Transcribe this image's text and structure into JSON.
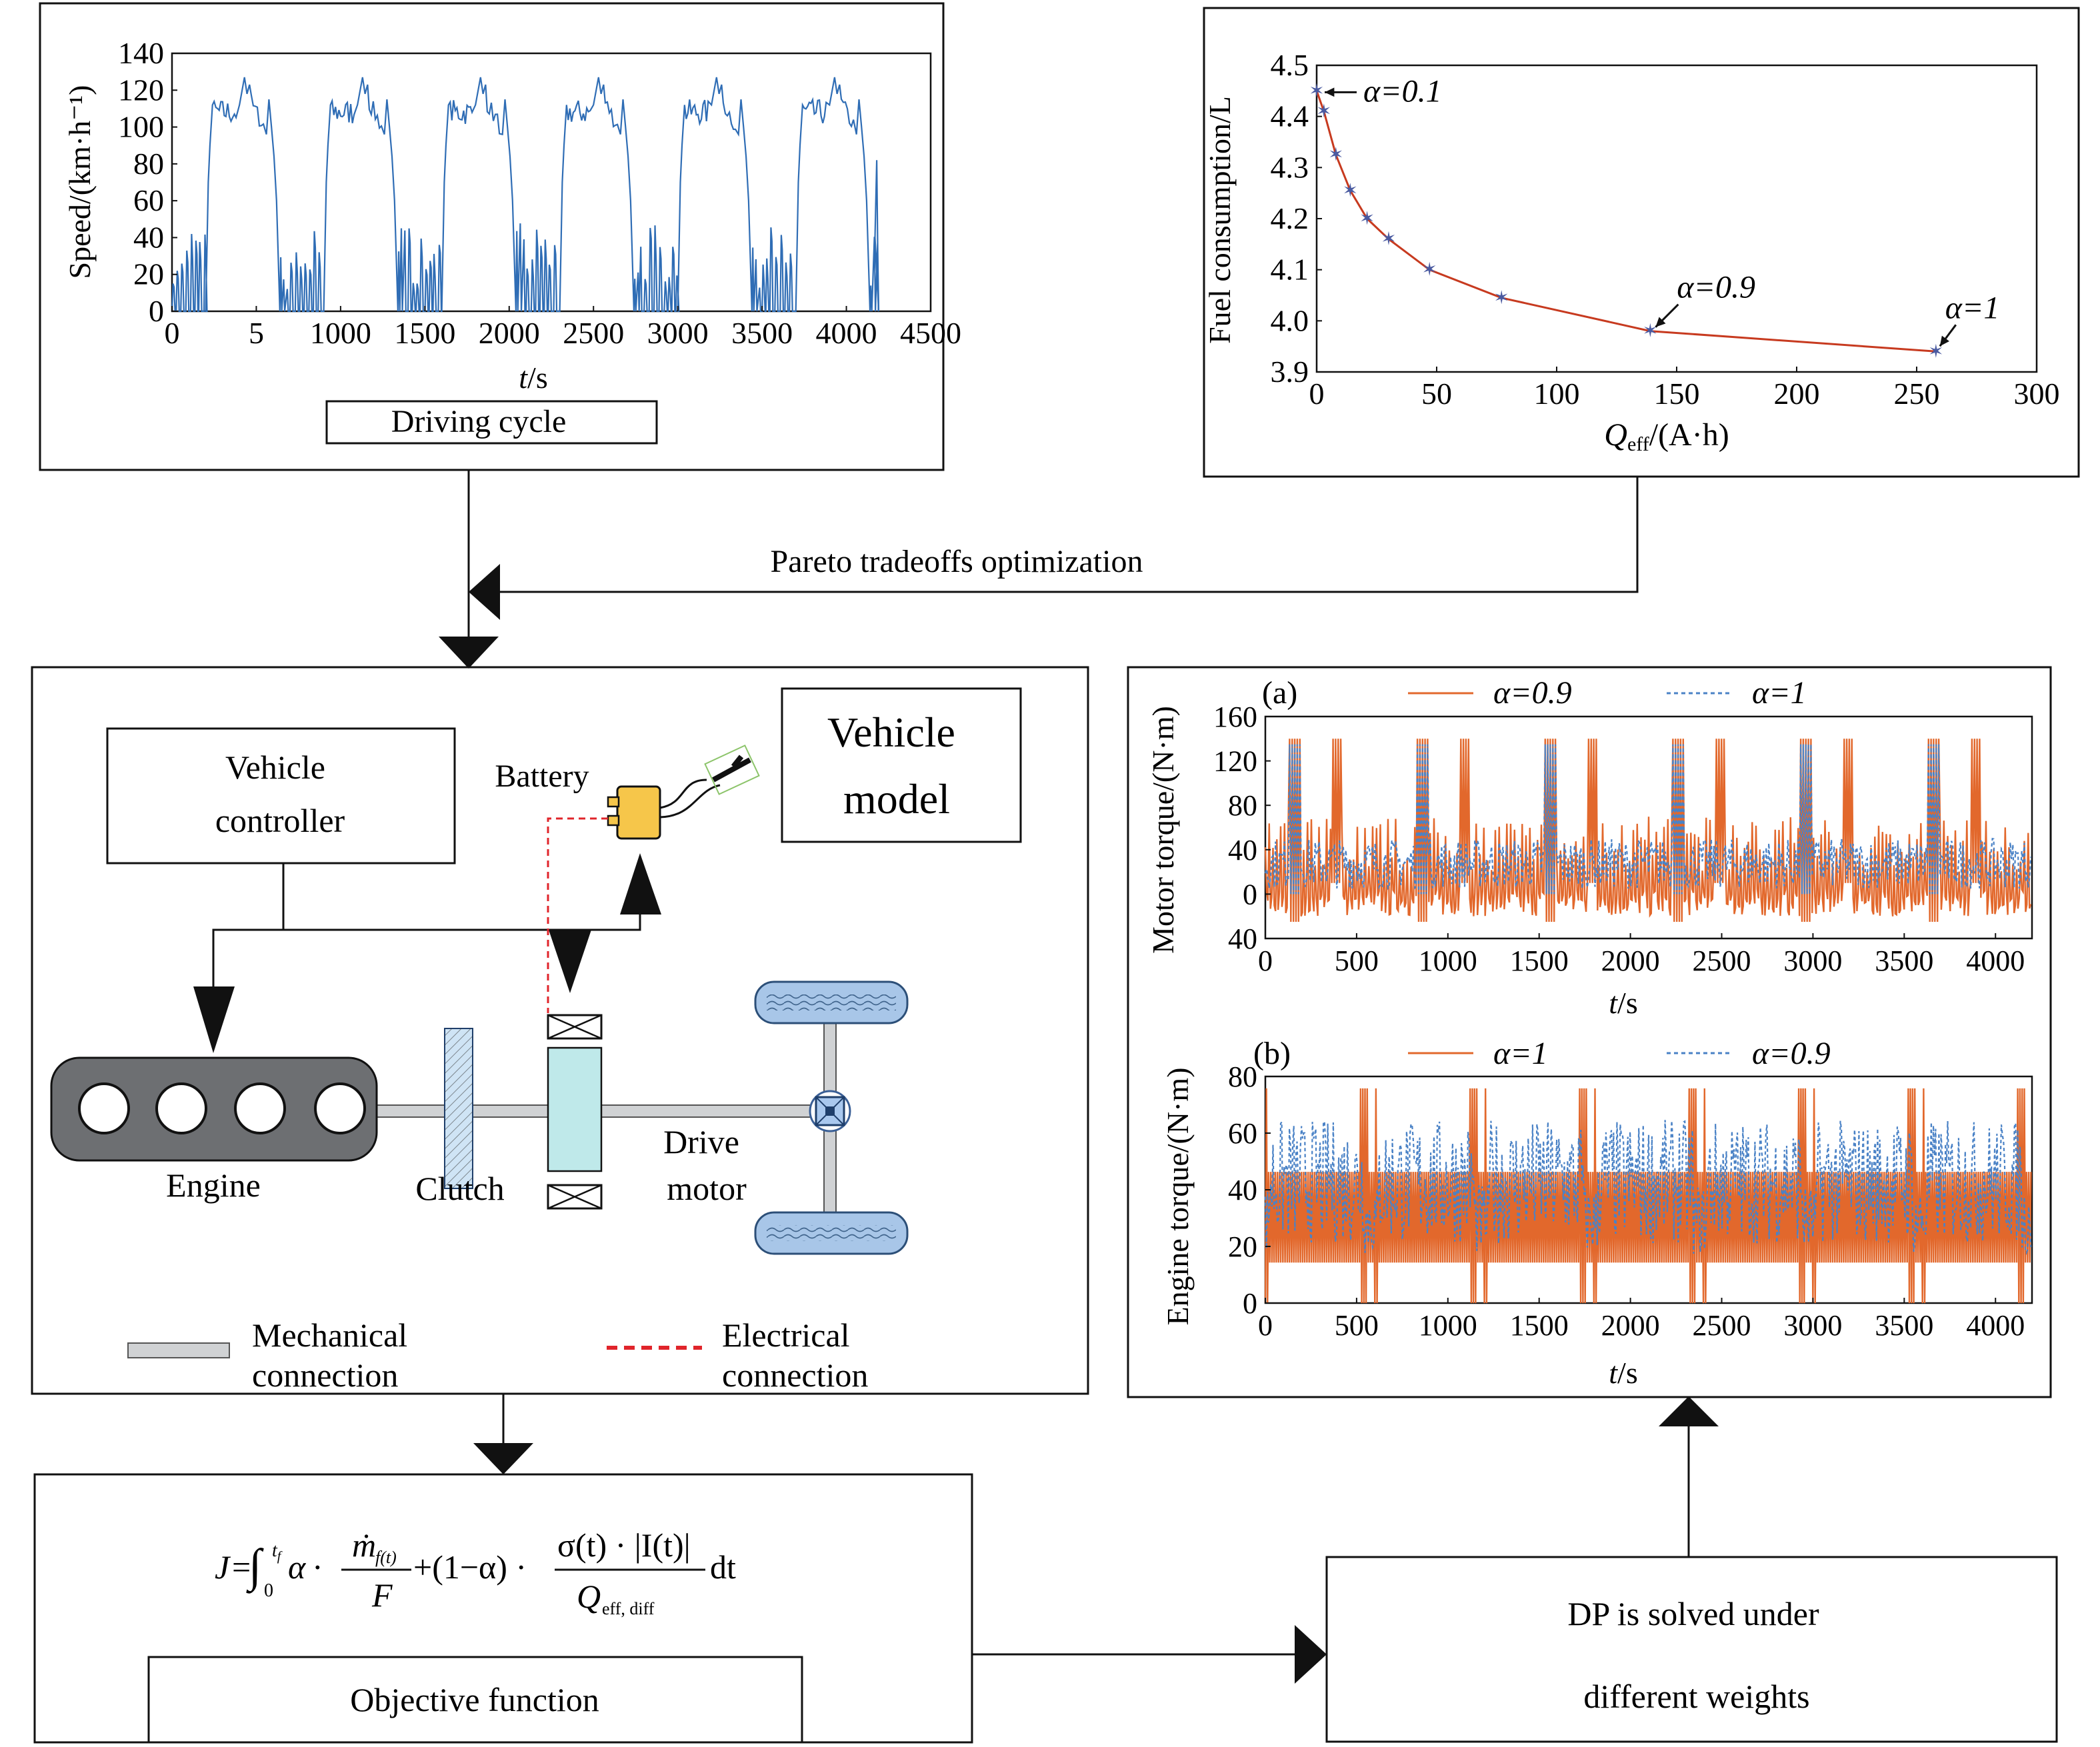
{
  "colors": {
    "line_blue": "#2f6db5",
    "orange": "#e2682c",
    "pareto_red": "#c73a1f",
    "dashed_blue": "#4a82c6",
    "battery_yellow": "#f6c64a",
    "motor_cyan": "#bfe9ea",
    "engine_gray": "#6d6f72",
    "wheel_blue": "#a8c6e8",
    "elec_red": "#e0252b"
  },
  "labels": {
    "driving_cycle": "Driving cycle",
    "pareto_flow": "Pareto tradeoffs optimization",
    "vehicle_controller_1": "Vehicle",
    "vehicle_controller_2": "controller",
    "battery": "Battery",
    "vehicle_model_1": "Vehicle",
    "vehicle_model_2": "model",
    "engine": "Engine",
    "clutch": "Clutch",
    "drive_motor_1": "Drive",
    "drive_motor_2": "motor",
    "legend_mech_1": "Mechanical",
    "legend_mech_2": "connection",
    "legend_elec_1": "Electrical",
    "legend_elec_2": "connection",
    "objective_function": "Objective function",
    "dp_1": "DP is solved under",
    "dp_2": "different weights",
    "formula_J": "J",
    "formula_tf": "t",
    "formula_tf_sub": "f",
    "formula_zero": "0",
    "formula_alpha": "α",
    "formula_m_sub": "f(t)",
    "formula_F": "F",
    "formula_mid": "+(1−α) ·",
    "formula_sigma": "σ(t) · |I(t)|",
    "formula_Q": "Q",
    "formula_Q_sub": "eff, diff",
    "formula_dt": "dt"
  },
  "chart_data": [
    {
      "id": "driving-cycle",
      "type": "line",
      "ylabel": "Speed/(km·h⁻¹)",
      "xlabel_italic": "t",
      "xlabel_rest": "/s",
      "xticks": [
        "0",
        "5",
        "1000",
        "1500",
        "2000",
        "2500",
        "3000",
        "3500",
        "4000",
        "4500"
      ],
      "yticks": [
        "0",
        "20",
        "40",
        "60",
        "80",
        "100",
        "120",
        "140"
      ],
      "xlim": [
        0,
        4500
      ],
      "ylim": [
        0,
        140
      ],
      "series": [
        {
          "repeats": 6,
          "period": 700,
          "end": 4200,
          "peak": 127,
          "cruise": 105,
          "low_speed_max": 48
        }
      ]
    },
    {
      "id": "pareto",
      "type": "line",
      "ylabel": "Fuel consumption/L",
      "xlabel_italic": "Q",
      "xlabel_sub": "eff",
      "xlabel_rest": "/(A·h)",
      "xticks": [
        "0",
        "50",
        "100",
        "150",
        "200",
        "250",
        "300"
      ],
      "yticks": [
        "3.9",
        "4.0",
        "4.1",
        "4.2",
        "4.3",
        "4.4",
        "4.5"
      ],
      "xlim": [
        0,
        300
      ],
      "ylim": [
        3.9,
        4.5
      ],
      "points": [
        [
          0,
          4.45
        ],
        [
          3,
          4.41
        ],
        [
          8,
          4.325
        ],
        [
          14,
          4.255
        ],
        [
          21,
          4.2
        ],
        [
          30,
          4.16
        ],
        [
          47,
          4.1
        ],
        [
          77,
          4.045
        ],
        [
          139,
          3.98
        ],
        [
          258,
          3.94
        ]
      ],
      "annotations": [
        {
          "text": "α=0.1",
          "x": 0,
          "y": 4.45
        },
        {
          "text": "α=0.9",
          "x": 139,
          "y": 3.98
        },
        {
          "text": "α=1",
          "x": 258,
          "y": 3.94
        }
      ]
    },
    {
      "id": "motor-torque",
      "type": "line",
      "panel": "(a)",
      "ylabel": "Motor torque/(N·m)",
      "xlabel_italic": "t",
      "xlabel_rest": "/s",
      "xticks": [
        "0",
        "500",
        "1000",
        "1500",
        "2000",
        "2500",
        "3000",
        "3500",
        "4000"
      ],
      "yticks": [
        "160",
        "120",
        "80",
        "40",
        "0",
        "40"
      ],
      "xlim": [
        0,
        4200
      ],
      "ylim": [
        -40,
        160
      ],
      "series": [
        {
          "name": "α=0.9",
          "style": "solid",
          "color": "#e2682c"
        },
        {
          "name": "α=1",
          "style": "dashed",
          "color": "#4a82c6"
        }
      ]
    },
    {
      "id": "engine-torque",
      "type": "line",
      "panel": "(b)",
      "ylabel": "Engine torque/(N·m)",
      "xlabel_italic": "t",
      "xlabel_rest": "/s",
      "xticks": [
        "0",
        "500",
        "1000",
        "1500",
        "2000",
        "2500",
        "3000",
        "3500",
        "4000"
      ],
      "yticks": [
        "0",
        "20",
        "40",
        "60",
        "80"
      ],
      "xlim": [
        0,
        4200
      ],
      "ylim": [
        0,
        95
      ],
      "series": [
        {
          "name": "α=1",
          "style": "solid",
          "color": "#e2682c"
        },
        {
          "name": "α=0.9",
          "style": "dashed",
          "color": "#4a82c6"
        }
      ]
    }
  ]
}
